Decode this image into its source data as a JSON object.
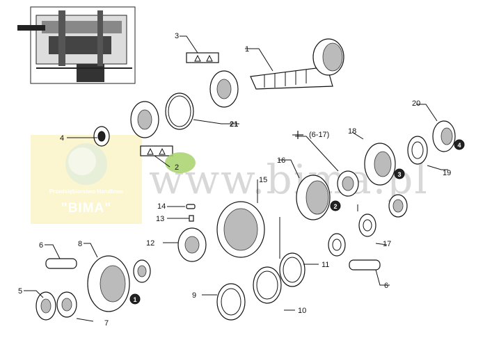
{
  "watermark": {
    "url": "www.bima.pl",
    "company_line": "Przedsiębiorstwo Handlowe",
    "company_name": "\"BIMA\""
  },
  "callouts": {
    "c1": "1",
    "c2": "2",
    "c3": "3",
    "c4": "4",
    "c5": "5",
    "c6a": "6",
    "c6b": "6",
    "c7": "7",
    "c8": "8",
    "c9": "9",
    "c10": "10",
    "c11": "11",
    "c12": "12",
    "c13": "13",
    "c14": "14",
    "c15": "15",
    "c16": "16",
    "c17": "17",
    "c18": "18",
    "c19": "19",
    "c20": "20",
    "c21": "21",
    "c_range": "(6-17)"
  },
  "markers": {
    "m1": "1",
    "m2": "2",
    "m3": "3",
    "m4": "4"
  },
  "colors": {
    "highlight": "#a8d26a",
    "watermark_box": "#fbf6cf",
    "watermark_text": "#d8d8d8"
  }
}
